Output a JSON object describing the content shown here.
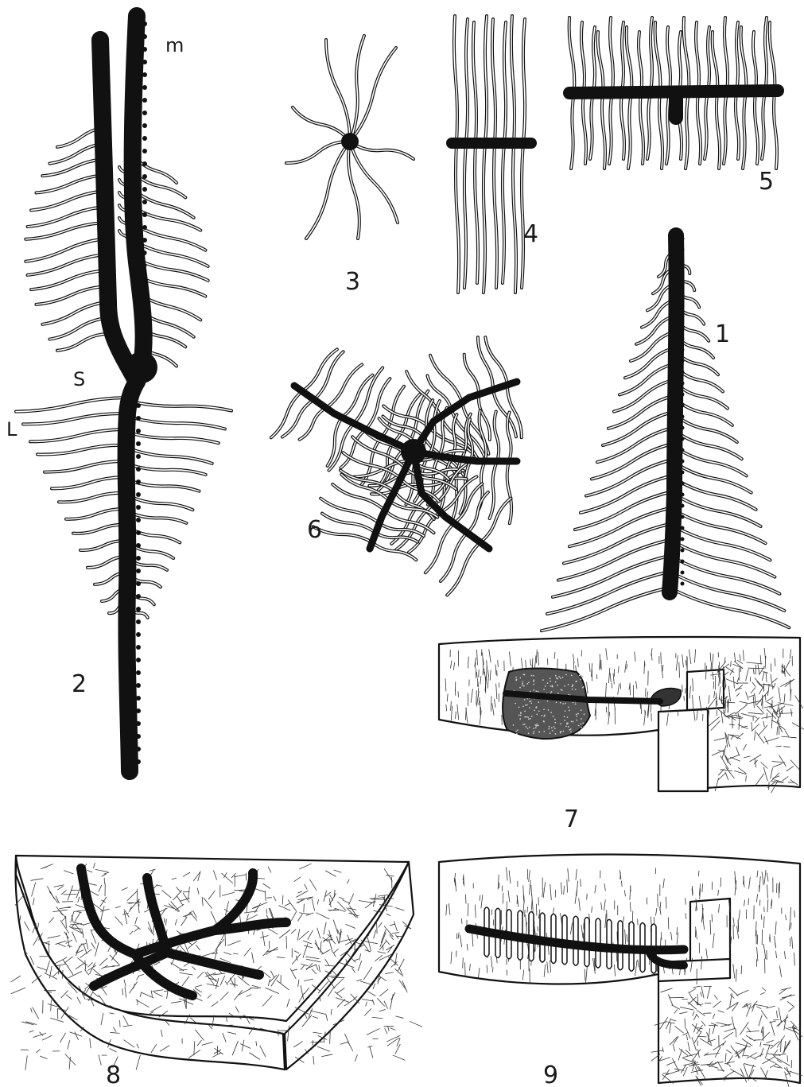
{
  "figure_labels": {
    "fig1": "1",
    "fig2": "2",
    "fig3": "3",
    "fig4": "4",
    "fig5": "5",
    "fig6": "6",
    "fig7": "7",
    "fig8": "8",
    "fig9": "9"
  },
  "part_labels": {
    "m": "m",
    "s": "S",
    "l": "L"
  },
  "colors": {
    "ink": "#111111",
    "paper": "#ffffff"
  }
}
